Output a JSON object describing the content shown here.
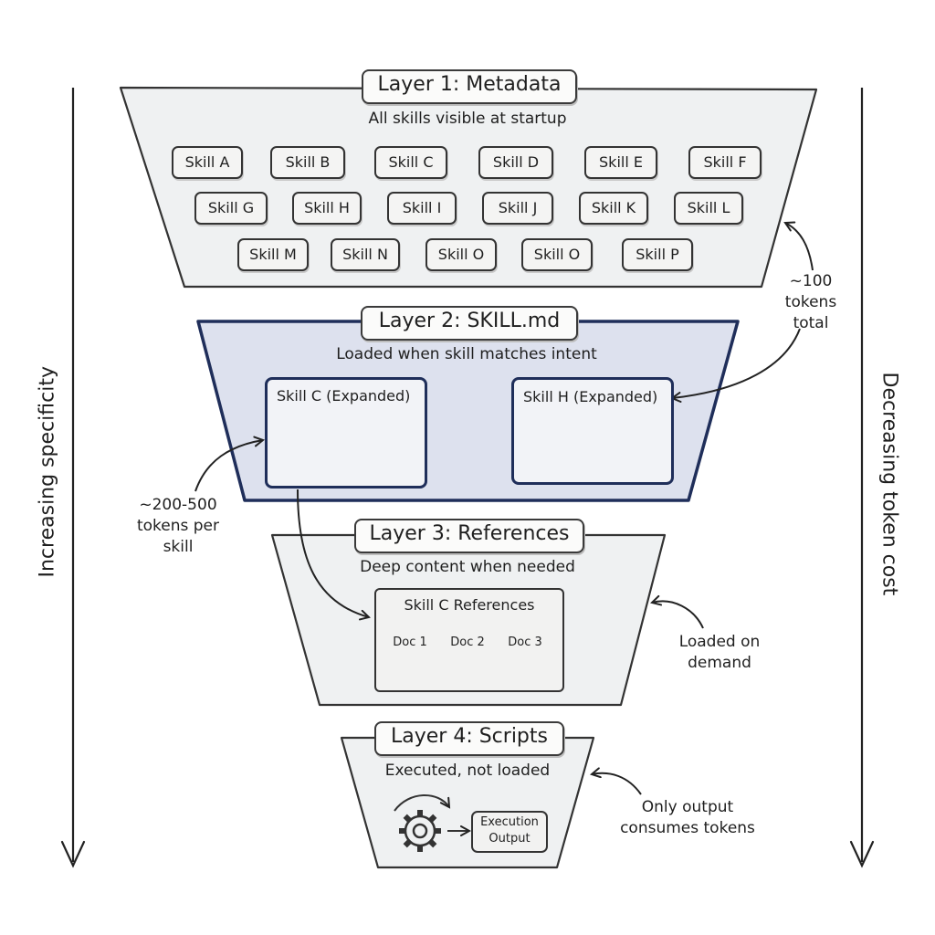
{
  "side_labels": {
    "left": "Increasing specificity",
    "right": "Decreasing token cost"
  },
  "layers": [
    {
      "title": "Layer 1: Metadata",
      "subtitle": "All skills visible at startup",
      "skills": [
        [
          "Skill A",
          "Skill B",
          "Skill C",
          "Skill D",
          "Skill E",
          "Skill F"
        ],
        [
          "Skill G",
          "Skill H",
          "Skill I",
          "Skill J",
          "Skill K",
          "Skill L"
        ],
        [
          "Skill M",
          "Skill N",
          "Skill O",
          "Skill O",
          "Skill P"
        ]
      ]
    },
    {
      "title": "Layer 2: SKILL.md",
      "subtitle": "Loaded when skill matches intent",
      "cards": [
        "Skill C (Expanded)",
        "Skill H (Expanded)"
      ]
    },
    {
      "title": "Layer 3: References",
      "subtitle": "Deep content when needed",
      "box_title": "Skill C References",
      "docs": [
        "Doc 1",
        "Doc 2",
        "Doc 3"
      ]
    },
    {
      "title": "Layer 4: Scripts",
      "subtitle": "Executed, not loaded",
      "output_box": [
        "Execution",
        "Output"
      ]
    }
  ],
  "annotations": {
    "layer1_tokens": [
      "~100",
      "tokens",
      "total"
    ],
    "layer2_tokens": [
      "~200-500",
      "tokens per",
      "skill"
    ],
    "layer3_note": [
      "Loaded on",
      "demand"
    ],
    "layer4_note": [
      "Only output",
      "consumes tokens"
    ]
  },
  "colors": {
    "layer_fill": "#eff1f2",
    "layer2_fill": "#dde1ee",
    "layer2_stroke": "#1f2e5a",
    "stroke": "#333333"
  },
  "icons": [
    "gear-icon",
    "document-icon",
    "arrow-down-icon",
    "curved-arrow-icon"
  ]
}
